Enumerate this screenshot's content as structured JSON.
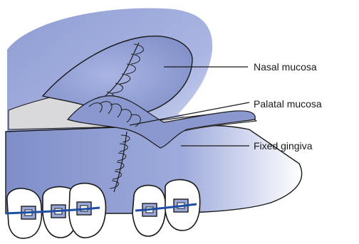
{
  "labels": {
    "nasal_mucosa": "Nasal mucosa",
    "palatal_mucosa": "Palatal mucosa",
    "fixed_gingiva": "Fixed gingiva"
  },
  "colors": {
    "tissue_dark": "#7f8fc9",
    "tissue_mid": "#9aa8d9",
    "tissue_light": "#c7cff0",
    "bone_grey": "#d9d9dc",
    "wire_blue": "#1f4fa3",
    "outline": "#1a1a1a"
  }
}
